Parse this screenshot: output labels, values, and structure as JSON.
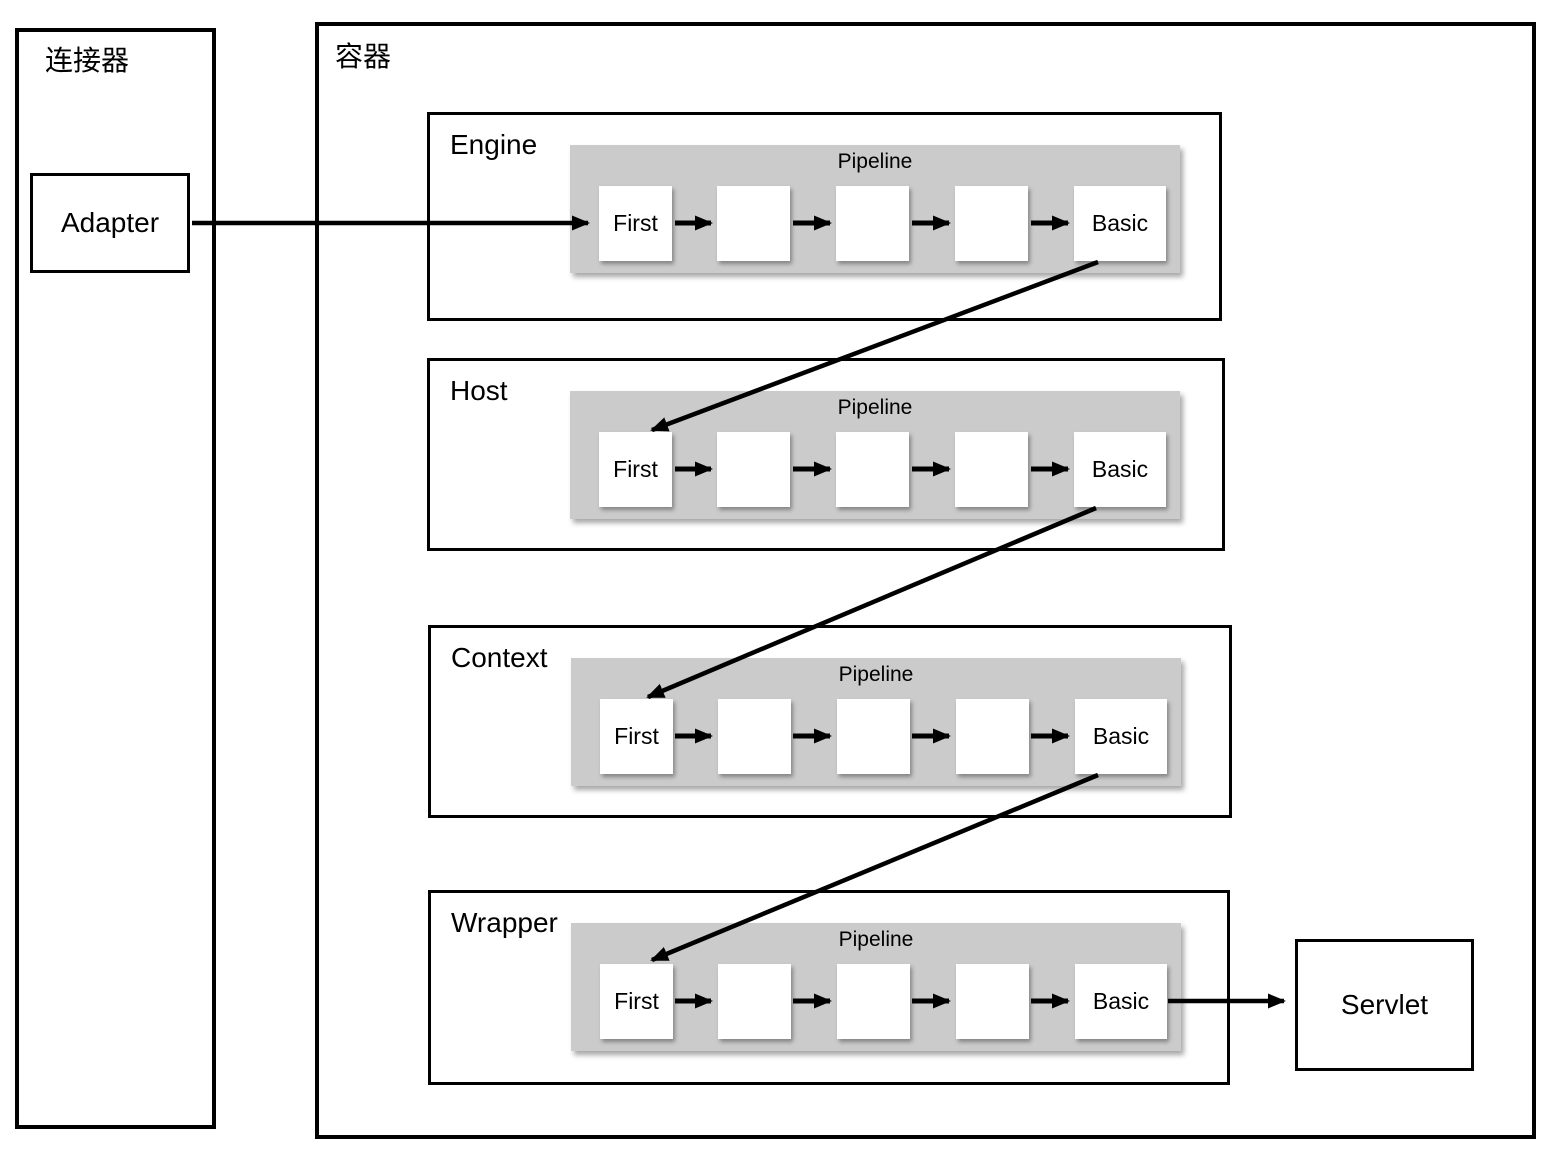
{
  "diagram": {
    "connector": {
      "title": "连接器",
      "adapter_label": "Adapter"
    },
    "container": {
      "title": "容器",
      "sections": [
        {
          "label": "Engine",
          "pipeline_label": "Pipeline",
          "valves": [
            "First",
            "",
            "",
            "",
            "Basic"
          ]
        },
        {
          "label": "Host",
          "pipeline_label": "Pipeline",
          "valves": [
            "First",
            "",
            "",
            "",
            "Basic"
          ]
        },
        {
          "label": "Context",
          "pipeline_label": "Pipeline",
          "valves": [
            "First",
            "",
            "",
            "",
            "Basic"
          ]
        },
        {
          "label": "Wrapper",
          "pipeline_label": "Pipeline",
          "valves": [
            "First",
            "",
            "",
            "",
            "Basic"
          ]
        }
      ],
      "servlet_label": "Servlet"
    },
    "arrows": [
      "Adapter -> Engine.First",
      "Engine.First -> ... -> Engine.Basic",
      "Engine.Basic -> Host.First",
      "Host.First -> ... -> Host.Basic",
      "Host.Basic -> Context.First",
      "Context.First -> ... -> Context.Basic",
      "Context.Basic -> Wrapper.First",
      "Wrapper.First -> ... -> Wrapper.Basic",
      "Wrapper.Basic -> Servlet"
    ],
    "colors": {
      "pipeline_background": "#cbcbcb",
      "line": "#000000",
      "background": "#ffffff"
    }
  }
}
